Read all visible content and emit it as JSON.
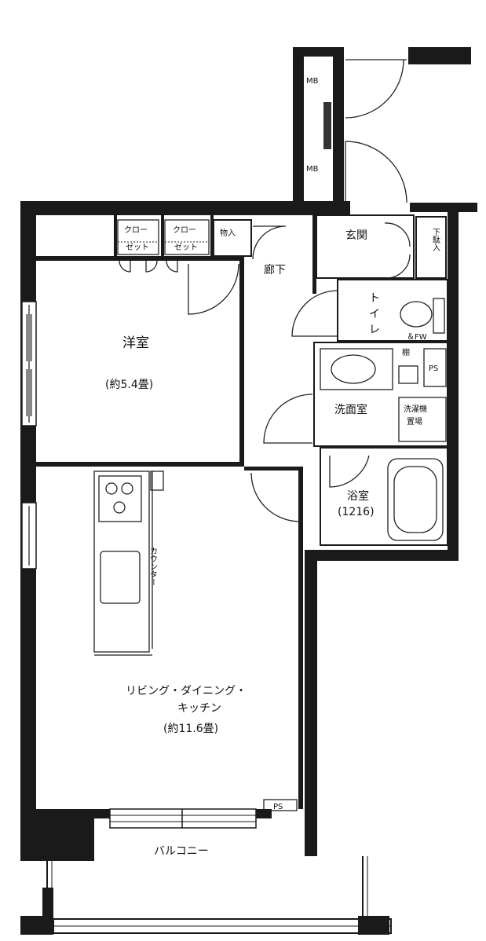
{
  "labels": {
    "mb1": "MB",
    "mb2": "MB",
    "closet1_l1": "クロー",
    "closet1_l2": "ゼット",
    "closet2_l1": "クロー",
    "closet2_l2": "ゼット",
    "storage": "物入",
    "genkan": "玄関",
    "shoe_box": "下駄入",
    "corridor": "廊下",
    "toilet_l1": "ト",
    "toilet_l2": "イ",
    "toilet_l3": "レ",
    "spw": "＆FW",
    "tana": "棚",
    "ps_top": "PS",
    "yoshitsu": "洋室",
    "yoshitsu_size": "(約5.4畳)",
    "senmenjo": "洗面室",
    "washer_l1": "洗濯機",
    "washer_l2": "置場",
    "yokushitsu": "浴室",
    "bath_size": "(1216)",
    "counter": "カウンター",
    "ldk_l1": "リビング・ダイニング・",
    "ldk_l2": "キッチン",
    "ldk_size": "(約11.6畳)",
    "ps_bottom": "PS",
    "balcony": "バルコニー"
  }
}
